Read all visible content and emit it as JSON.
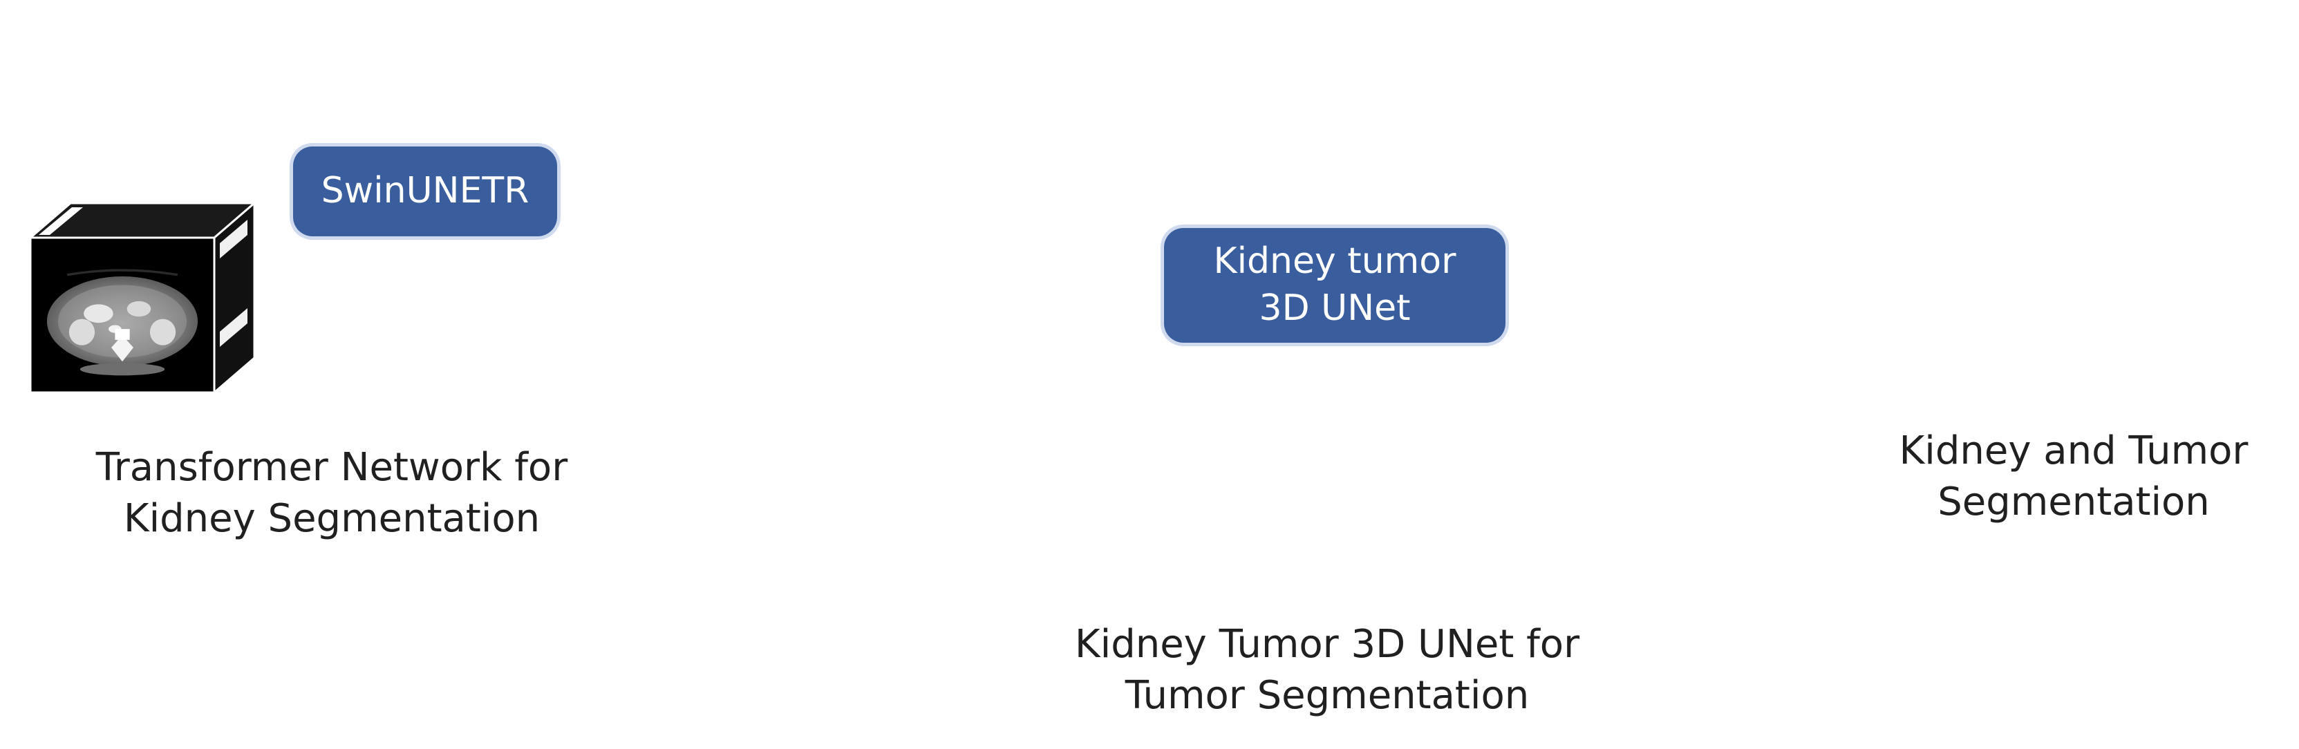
{
  "boxes": {
    "swinunetr": "SwinUNETR",
    "kidney_tumor_unet": [
      "Kidney tumor",
      "3D UNet"
    ]
  },
  "captions": {
    "stage1": [
      "Transformer Network for",
      "Kidney Segmentation"
    ],
    "stage2": [
      "Kidney Tumor 3D UNet for",
      "Tumor Segmentation"
    ],
    "stage3": [
      "Kidney and Tumor",
      "Segmentation"
    ]
  },
  "colors": {
    "arrow": "#4472c4",
    "box_fill": "#3a5e9d",
    "kidney_mask": "#7ddc7a",
    "tumor_mask": "#f2e632",
    "slice_background": "#000000"
  }
}
